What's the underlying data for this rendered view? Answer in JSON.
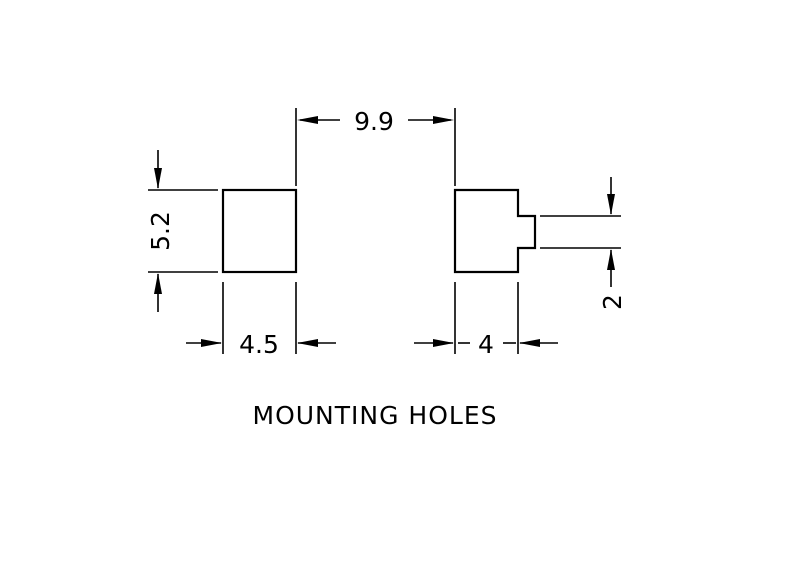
{
  "drawing": {
    "caption": "MOUNTING HOLES",
    "dimensions": {
      "spacing": "9.9",
      "left_height": "5.2",
      "left_width": "4.5",
      "right_width": "4",
      "tab_height": "2"
    }
  }
}
